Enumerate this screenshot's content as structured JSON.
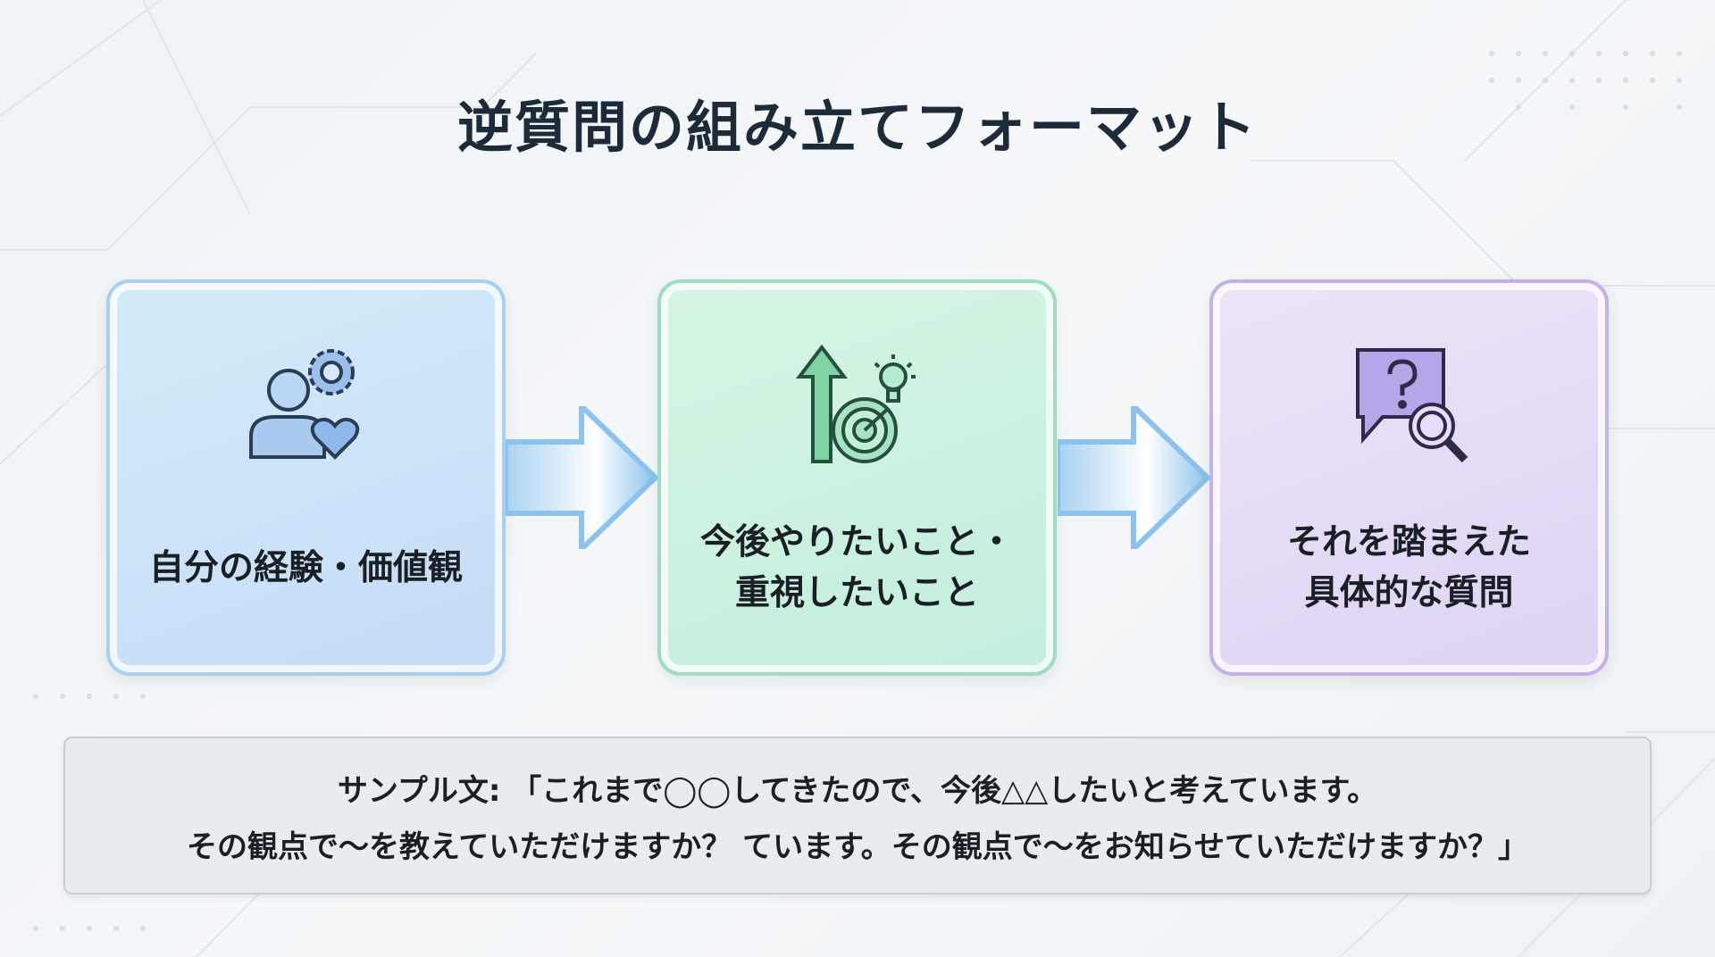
{
  "title": "逆質問の組み立てフォーマット",
  "steps": [
    {
      "label": "自分の経験・価値観",
      "icon": "person-gear-heart-icon",
      "color": "#7fb6e6"
    },
    {
      "label_line1": "今後やりたいこと・",
      "label_line2": "重視したいこと",
      "icon": "arrow-target-lightbulb-icon",
      "color": "#5fbf8f"
    },
    {
      "label_line1": "それを踏まえた",
      "label_line2": "具体的な質問",
      "icon": "question-bubble-magnifier-icon",
      "color": "#9a86d6"
    }
  ],
  "sample": {
    "line1": "サンプル文: 「これまで◯◯してきたので、今後△△したいと考えています。",
    "line2": "その観点で〜を教えていただけますか？ ています。その観点で〜をお知らせていただけますか？」"
  }
}
